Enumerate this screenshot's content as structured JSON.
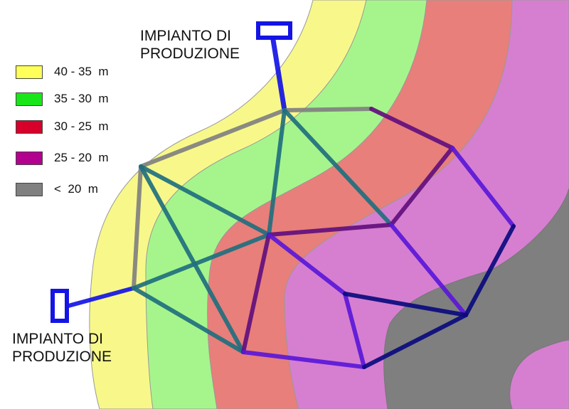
{
  "colors": {
    "band_40_35": "#f8f88a",
    "band_35_30": "#a6f58c",
    "band_30_25": "#e87f7a",
    "band_25_20": "#d67fd0",
    "band_below_20": "#7f7f7f",
    "plant_outline": "#1414e6",
    "network_gray": "#808080",
    "network_teal": "#1f6f7e",
    "network_purple": "#620f7d",
    "network_violet": "#5a17d8",
    "network_navy": "#0b0b7e"
  },
  "plants": [
    {
      "name": "IMPIANTO DI PRODUZIONE"
    },
    {
      "name": "IMPIANTO DI PRODUZIONE"
    }
  ],
  "labels": {
    "top_plant_line1": "IMPIANTO DI",
    "top_plant_line2": "PRODUZIONE",
    "left_plant_line1": "IMPIANTO DI",
    "left_plant_line2": "PRODUZIONE"
  },
  "legend": [
    {
      "label": "40 - 35  m",
      "color": "#ffff59"
    },
    {
      "label": "35 - 30  m",
      "color": "#19e619"
    },
    {
      "label": "30 - 25  m",
      "color": "#d6002a"
    },
    {
      "label": "25 - 20  m",
      "color": "#b3008f"
    },
    {
      "label": "<  20  m",
      "color": "#808080"
    }
  ]
}
